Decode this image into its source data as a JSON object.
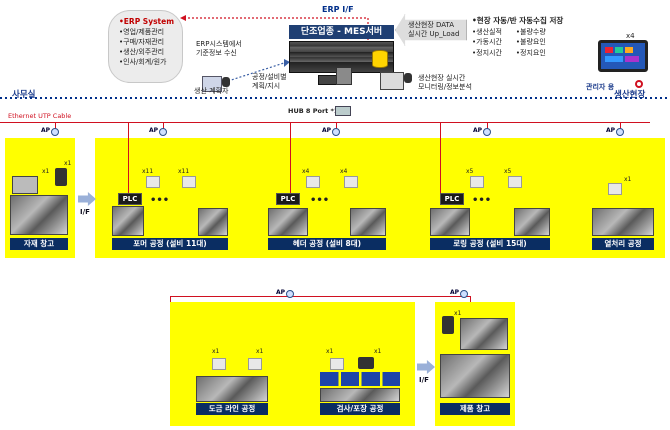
{
  "erp_cloud": {
    "title": "•ERP System",
    "items": [
      "•영업/제품관리",
      "•구매/자재관리",
      "•생산/외주관리",
      "•인사/회계/원가"
    ]
  },
  "erp_if_label": "ERP I/F",
  "erp_receive_note": "ERP시스템에서\n기준정보 수신",
  "mes_title": "단조업종 - MES서버",
  "upload_note": "생산현장 DATA\n실시간 Up_Load",
  "side_list": {
    "title": "•현장 자동/반 자동수집 저장",
    "items": [
      "•생산실적",
      "•불량수량",
      "•가동시간",
      "•불량요인",
      "•정지시간",
      "•정지요인"
    ]
  },
  "planner_label": "생산 계획자",
  "plan_note": "공정/설비별\n계획/지시",
  "monitor_note": "생산현장 실시간\n모니터링/정보분석",
  "tablet_label": "관리자 용",
  "tablet_count": "x4",
  "office_label": "사무실",
  "field_label": "생산현장",
  "hub_label": "HUB 8 Port *1",
  "cable_label": "Ethernet UTP Cable",
  "ap_label": "AP",
  "plc_label": "PLC",
  "if_label": "I/F",
  "dots": "•••",
  "areas": {
    "material": {
      "label": "자재 창고",
      "counts": [
        "x1",
        "x1"
      ]
    },
    "former": {
      "label": "포머 공정 (설비 11대)",
      "counts": [
        "x11",
        "x11"
      ]
    },
    "header": {
      "label": "헤더 공정 (설비 8대)",
      "counts": [
        "x4",
        "x4"
      ]
    },
    "rolling": {
      "label": "로링 공정 (설비 15대)",
      "counts": [
        "x5",
        "x5"
      ]
    },
    "heat": {
      "label": "열처리 공정",
      "counts": [
        "x1"
      ]
    },
    "plating": {
      "label": "도금 라인 공정",
      "counts": [
        "x1",
        "x1"
      ]
    },
    "inspect": {
      "label": "검사/포장 공정",
      "counts": [
        "x1",
        "x1"
      ]
    },
    "product": {
      "label": "제품 창고",
      "counts": [
        "x1"
      ]
    }
  },
  "colors": {
    "yard": "#ffff00",
    "label_bg": "#0a2d62",
    "cable": "#d01020",
    "dotted": "#002e8a"
  }
}
